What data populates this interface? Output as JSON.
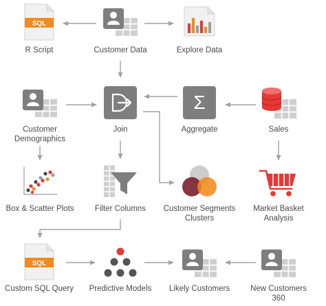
{
  "colors": {
    "arrow": "#a3a3a3",
    "icon_gray": "#7e7e7e",
    "grid_gray": "#cfcfcf",
    "orange": "#f28a1c",
    "red": "#e53935",
    "dark": "#444444",
    "label": "#4a4a4a"
  },
  "nodes": {
    "r_script": {
      "label": "R Script",
      "icon": "sql-document-icon",
      "badge": "SQL"
    },
    "customer_data": {
      "label": "Customer Data",
      "icon": "person-table-icon"
    },
    "explore_data": {
      "label": "Explore Data",
      "icon": "bar-chart-icon"
    },
    "customer_demo": {
      "label": "Customer\nDemographics",
      "icon": "person-table-icon"
    },
    "join": {
      "label": "Join",
      "icon": "join-icon"
    },
    "aggregate": {
      "label": "Aggregate",
      "icon": "sigma-icon",
      "symbol": "Σ"
    },
    "sales": {
      "label": "Sales",
      "icon": "database-table-icon"
    },
    "box_scatter": {
      "label": "Box & Scatter Plots",
      "icon": "scatter-plot-icon"
    },
    "filter_columns": {
      "label": "Filter Columns",
      "icon": "filter-icon"
    },
    "segments": {
      "label": "Customer Segments\nClusters",
      "icon": "venn-clusters-icon"
    },
    "market_basket": {
      "label": "Market Basket\nAnalysis",
      "icon": "shopping-cart-icon"
    },
    "custom_sql": {
      "label": "Custom SQL Query",
      "icon": "sql-document-icon",
      "badge": "SQL"
    },
    "predictive": {
      "label": "Predictive Models",
      "icon": "tree-model-icon"
    },
    "likely_customers": {
      "label": "Likely Customers",
      "icon": "person-table-icon"
    },
    "new_customers": {
      "label": "New Customers\n360",
      "icon": "person-table-icon"
    }
  }
}
